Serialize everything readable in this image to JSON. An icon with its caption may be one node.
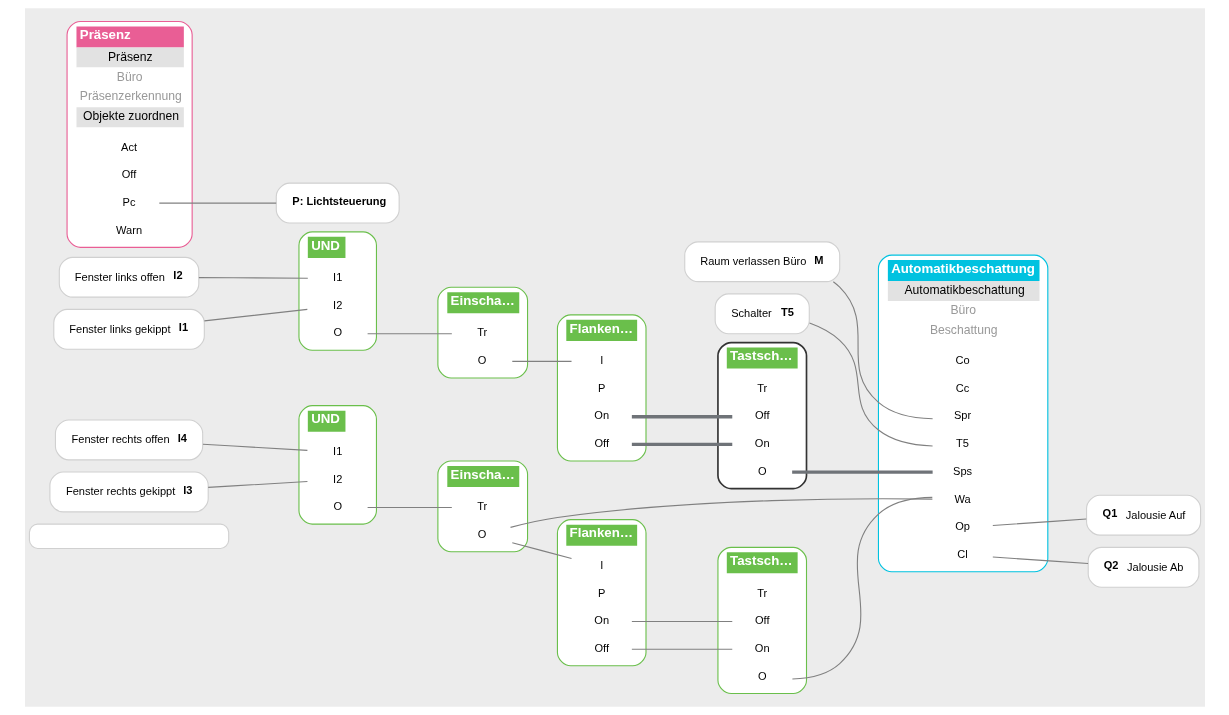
{
  "diagram": {
    "nodes": [
      {
        "text": [],
        "shape": "box"
      },
      {
        "text": [
          "Automatikbeschattung",
          "Automatikbeschattung",
          "Büro",
          "Beschattung"
        ]
      },
      {
        "text": [
          "Co"
        ],
        "in": 1
      },
      {
        "text": [
          "Cc"
        ],
        "in": 1
      },
      {
        "text": [
          "Sps"
        ],
        "in": 1
      },
      {
        "text": [
          "Spr"
        ],
        "in": 1
      },
      {
        "text": [
          "Wa"
        ],
        "in": 1
      },
      {
        "text": [
          "T5"
        ],
        "in": 1
      },
      {
        "text": [
          "Op"
        ],
        "in": 1
      },
      {
        "text": [
          "Cl"
        ],
        "in": 1
      },
      {
        "text": [
          "Raum verlassen Büro",
          "M"
        ]
      },
      {
        "text": [
          "Schalter",
          "T5"
        ]
      },
      {
        "text": [
          "Q1",
          "Jalousie Auf"
        ]
      },
      {
        "text": [
          "Q2",
          "Jalousie Ab"
        ]
      },
      {
        "text": [
          "Präsenz",
          "Präsenz",
          "Büro",
          "Präsenzerkennung",
          "Objekte zuordnen"
        ]
      },
      {
        "text": [
          "Act"
        ],
        "in": 14
      },
      {
        "text": [
          "Off"
        ],
        "in": 14
      },
      {
        "text": [
          "Pc"
        ],
        "in": 14
      },
      {
        "text": [
          "Warn"
        ],
        "in": 14
      },
      {
        "text": [
          "P: Lichtsteuerung"
        ]
      },
      {
        "text": [
          "Fenster links offen",
          "I2"
        ]
      },
      {
        "text": [
          "Fenster links gekippt",
          "I1"
        ]
      },
      {
        "text": [
          "UND"
        ]
      },
      {
        "text": [
          "I1"
        ],
        "in": 22
      },
      {
        "text": [
          "I2"
        ],
        "in": 22
      },
      {
        "text": [
          "O"
        ],
        "in": 22
      },
      {
        "text": [
          "Einscha…"
        ]
      },
      {
        "text": [
          "Tr"
        ],
        "in": 26
      },
      {
        "text": [
          "O"
        ],
        "in": 26
      },
      {
        "text": [
          "Flanken…"
        ]
      },
      {
        "text": [
          "I"
        ],
        "in": 29
      },
      {
        "text": [
          "P"
        ],
        "in": 29
      },
      {
        "text": [
          "On"
        ],
        "in": 29
      },
      {
        "text": [
          "Off"
        ],
        "in": 29
      },
      {
        "text": [
          "Tastsch…"
        ]
      },
      {
        "text": [
          "Tr"
        ],
        "in": 34
      },
      {
        "text": [
          "On"
        ],
        "in": 34
      },
      {
        "text": [
          "Off"
        ],
        "in": 34
      },
      {
        "text": [
          "O"
        ],
        "in": 34
      },
      {
        "text": [
          "Fenster rechts offen",
          "I4"
        ]
      },
      {
        "text": [
          "Fenster rechts gekippt",
          "I3"
        ]
      },
      {
        "text": [
          "UND"
        ]
      },
      {
        "text": [
          "I1"
        ],
        "in": 41
      },
      {
        "text": [
          "I2"
        ],
        "in": 41
      },
      {
        "text": [
          "O"
        ],
        "in": 41
      },
      {
        "text": [
          "Einscha…"
        ]
      },
      {
        "text": [
          "Tr"
        ],
        "in": 45
      },
      {
        "text": [
          "O"
        ],
        "in": 45
      },
      {
        "text": [
          "Flanken…"
        ]
      },
      {
        "text": [
          "I"
        ],
        "in": 48
      },
      {
        "text": [
          "P"
        ],
        "in": 48
      },
      {
        "text": [
          "On"
        ],
        "in": 48
      },
      {
        "text": [
          "Off"
        ],
        "in": 48
      },
      {
        "text": [
          "Tastsch…"
        ]
      },
      {
        "text": [
          "Tr"
        ],
        "in": 53
      },
      {
        "text": [
          "On"
        ],
        "in": 53
      },
      {
        "text": [
          "Off"
        ],
        "in": 53
      },
      {
        "text": [
          "O"
        ],
        "in": 53
      }
    ],
    "edges": [
      {
        "from": 10,
        "to": 5,
        "arrow": "none"
      },
      {
        "from": 11,
        "to": 7,
        "arrow": "none"
      },
      {
        "from": 8,
        "to": 12,
        "arrow": "none"
      },
      {
        "from": 9,
        "to": 13,
        "arrow": "none"
      },
      {
        "from": 17,
        "to": 19,
        "arrow": "none"
      },
      {
        "from": 20,
        "to": 23,
        "arrow": "none"
      },
      {
        "from": 21,
        "to": 24,
        "arrow": "none"
      },
      {
        "from": 25,
        "to": 27,
        "arrow": "none"
      },
      {
        "from": 28,
        "to": 30,
        "arrow": "none"
      },
      {
        "from": 32,
        "to": 37,
        "arrow": "none",
        "style": "thick"
      },
      {
        "from": 33,
        "to": 36,
        "arrow": "none",
        "style": "thick"
      },
      {
        "from": 38,
        "to": 4,
        "arrow": "none",
        "style": "thick"
      },
      {
        "from": 39,
        "to": 42,
        "arrow": "none"
      },
      {
        "from": 40,
        "to": 43,
        "arrow": "none"
      },
      {
        "from": 44,
        "to": 46,
        "arrow": "none"
      },
      {
        "from": 47,
        "to": 49,
        "arrow": "none"
      },
      {
        "from": 51,
        "to": 56,
        "arrow": "none"
      },
      {
        "from": 52,
        "to": 55,
        "arrow": "none"
      },
      {
        "from": 57,
        "to": 6,
        "arrow": "none"
      },
      {
        "from": 47,
        "to": 6,
        "arrow": "none"
      }
    ]
  }
}
